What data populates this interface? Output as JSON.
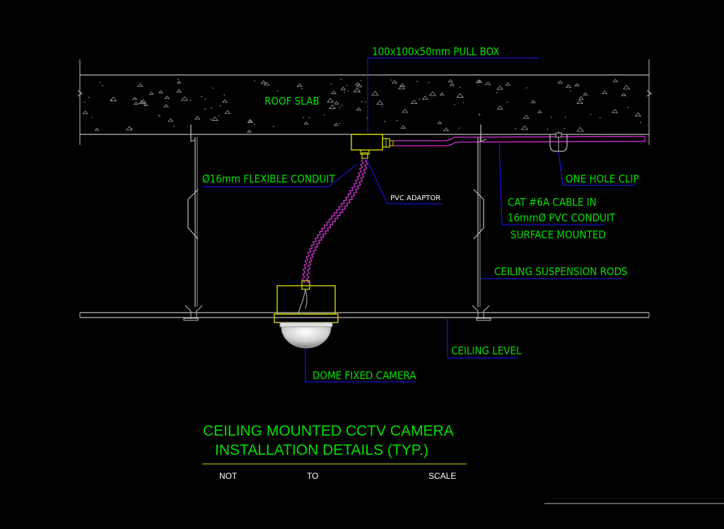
{
  "labels": {
    "pull_box": "100x100x50mm  PULL BOX",
    "roof_slab": "ROOF SLAB",
    "flexible_conduit": "Ø16mm FLEXIBLE CONDUIT",
    "pvc_adaptor": "PVC ADAPTOR",
    "one_hole_clip": "ONE HOLE CLIP",
    "cat6a_line1": "CAT #6A CABLE IN",
    "cat6a_line2": "16mmØ PVC CONDUIT",
    "cat6a_line3": "SURFACE MOUNTED",
    "suspension_rods": "CEILING SUSPENSION RODS",
    "ceiling_level": "CEILING LEVEL",
    "dome_camera": "DOME FIXED CAMERA"
  },
  "title": {
    "line1": "CEILING MOUNTED CCTV CAMERA",
    "line2": "INSTALLATION DETAILS (TYP.)"
  },
  "scale": {
    "word1": "NOT",
    "word2": "TO",
    "word3": "SCALE"
  },
  "colors": {
    "label_text": "#00e000",
    "leader": "#1a1aff",
    "conduit": "#d030d0",
    "box": "#d8d800",
    "linework": "#bdbdbd"
  }
}
